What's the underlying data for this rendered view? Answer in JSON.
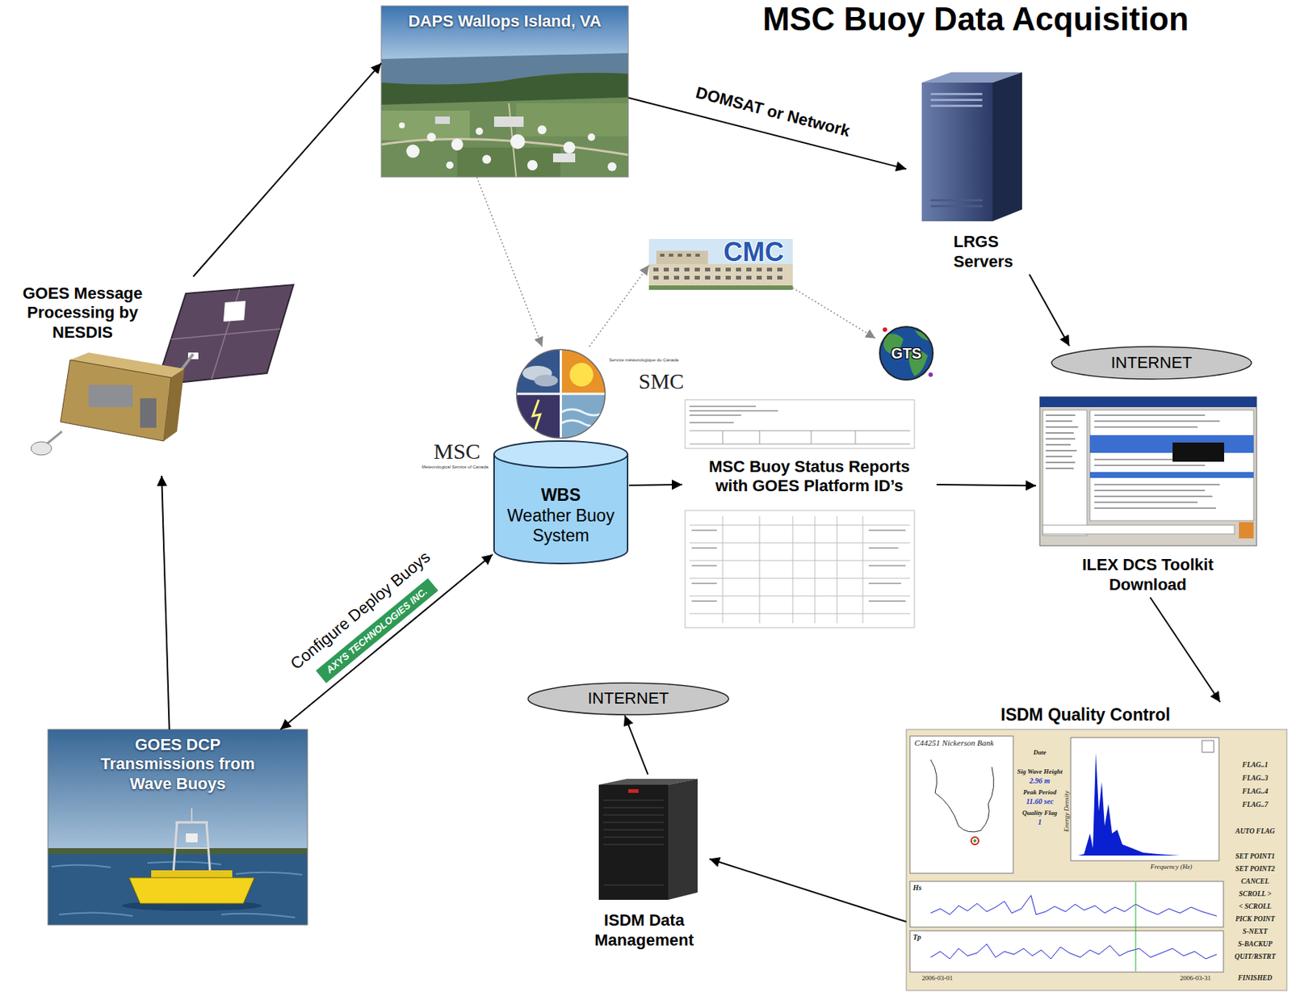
{
  "diagram": {
    "title": "MSC Buoy Data Acquisition",
    "nodes": [
      {
        "text": [
          "DAPS Wallops Island, VA"
        ]
      },
      {
        "text": [
          "LRGS Servers"
        ]
      },
      {
        "text": [
          "CMC"
        ]
      },
      {
        "text": [
          "GOES Message Processing by NESDIS"
        ]
      },
      {
        "text": [
          "GTS"
        ]
      },
      {
        "text": [
          "INTERNET"
        ]
      },
      {
        "text": [
          "WBS",
          "Weather Buoy System"
        ]
      },
      {
        "text": [
          "MSC Buoy Status Reports with GOES Platform ID’s"
        ]
      },
      {
        "text": [
          "ILEX DCS Toolkit Download"
        ]
      },
      {
        "text": [
          "INTERNET"
        ]
      },
      {
        "text": [
          "ISDM Quality Control"
        ]
      },
      {
        "text": [
          "GOES DCP Transmissions from Wave Buoys"
        ]
      },
      {
        "text": [
          "ISDM Data Management"
        ]
      }
    ],
    "edges": [
      {
        "from": 3,
        "to": 0,
        "arrow": "to"
      },
      {
        "from": 0,
        "to": 1,
        "label": "DOMSAT or Network",
        "arrow": "to"
      },
      {
        "from": 1,
        "to": 5,
        "arrow": "to"
      },
      {
        "from": 0,
        "to": 6,
        "arrow": "to"
      },
      {
        "from": 6,
        "to": 2,
        "arrow": "to"
      },
      {
        "from": 2,
        "to": 4,
        "arrow": "to"
      },
      {
        "from": 6,
        "to": 7,
        "arrow": "to"
      },
      {
        "from": 7,
        "to": 8,
        "arrow": "to"
      },
      {
        "from": 8,
        "to": 10,
        "arrow": "to"
      },
      {
        "from": 10,
        "to": 12,
        "arrow": "to"
      },
      {
        "from": 12,
        "to": 9,
        "arrow": "to"
      },
      {
        "from": 11,
        "to": 3,
        "arrow": "to"
      },
      {
        "from": 11,
        "to": 6,
        "label": "Configure Deploy Buoys",
        "arrow": "both"
      }
    ],
    "labels": [
      "MSC",
      "Meteorological Service of Canada",
      "Service météorologique du Canada",
      "SMC",
      "AXYS TECHNOLOGIES INC.",
      "C44251 Nickerson Bank",
      "Date",
      "Sig Wave Height",
      "2.96 m",
      "Peak Period",
      "11.60 sec",
      "Quality Flag",
      "1",
      "Energy Density",
      "Frequency (Hz)",
      "Hs",
      "Tp",
      "2006-03-01",
      "2006-03-31",
      "FLAG..1",
      "FLAG..3",
      "FLAG..4",
      "FLAG..7",
      "AUTO FLAG",
      "SET POINT1",
      "SET POINT2",
      "CANCEL",
      "SCROLL >",
      "< SCROLL",
      "PICK POINT",
      "S-NEXT",
      "S-BACKUP",
      "QUIT/RSTRT",
      "FINISHED"
    ]
  }
}
